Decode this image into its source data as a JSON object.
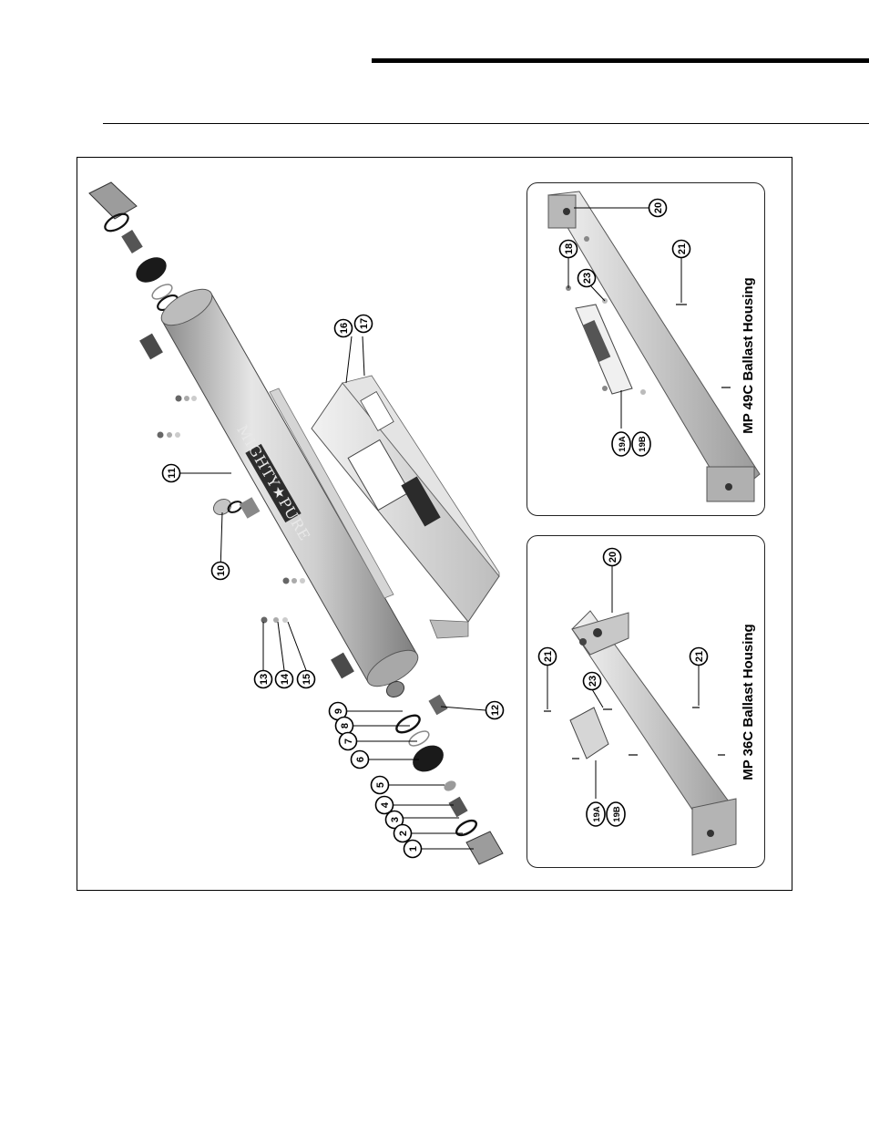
{
  "callouts": {
    "c1": "1",
    "c2": "2",
    "c3": "3",
    "c4": "4",
    "c5": "5",
    "c6": "6",
    "c7": "7",
    "c8": "8",
    "c9": "9",
    "c10": "10",
    "c11": "11",
    "c12": "12",
    "c13": "13",
    "c14": "14",
    "c15": "15",
    "c16": "16",
    "c17": "17",
    "top_18": "18",
    "top_19a": "19A",
    "top_19b": "19B",
    "top_20": "20",
    "top_21": "21",
    "top_23": "23",
    "bot_19a": "19A",
    "bot_19b": "19B",
    "bot_20": "20",
    "bot_21a": "21",
    "bot_21b": "21",
    "bot_23": "23"
  },
  "housings": {
    "top_title": "MP 49C Ballast Housing",
    "bottom_title": "MP 36C Ballast Housing"
  },
  "logo": {
    "text": "MIGHTY★PURE"
  },
  "colors": {
    "line": "#000000",
    "metal_light": "#dcdcdc",
    "metal_dark": "#8a8a8a",
    "cap_dark": "#1a1a1a"
  }
}
